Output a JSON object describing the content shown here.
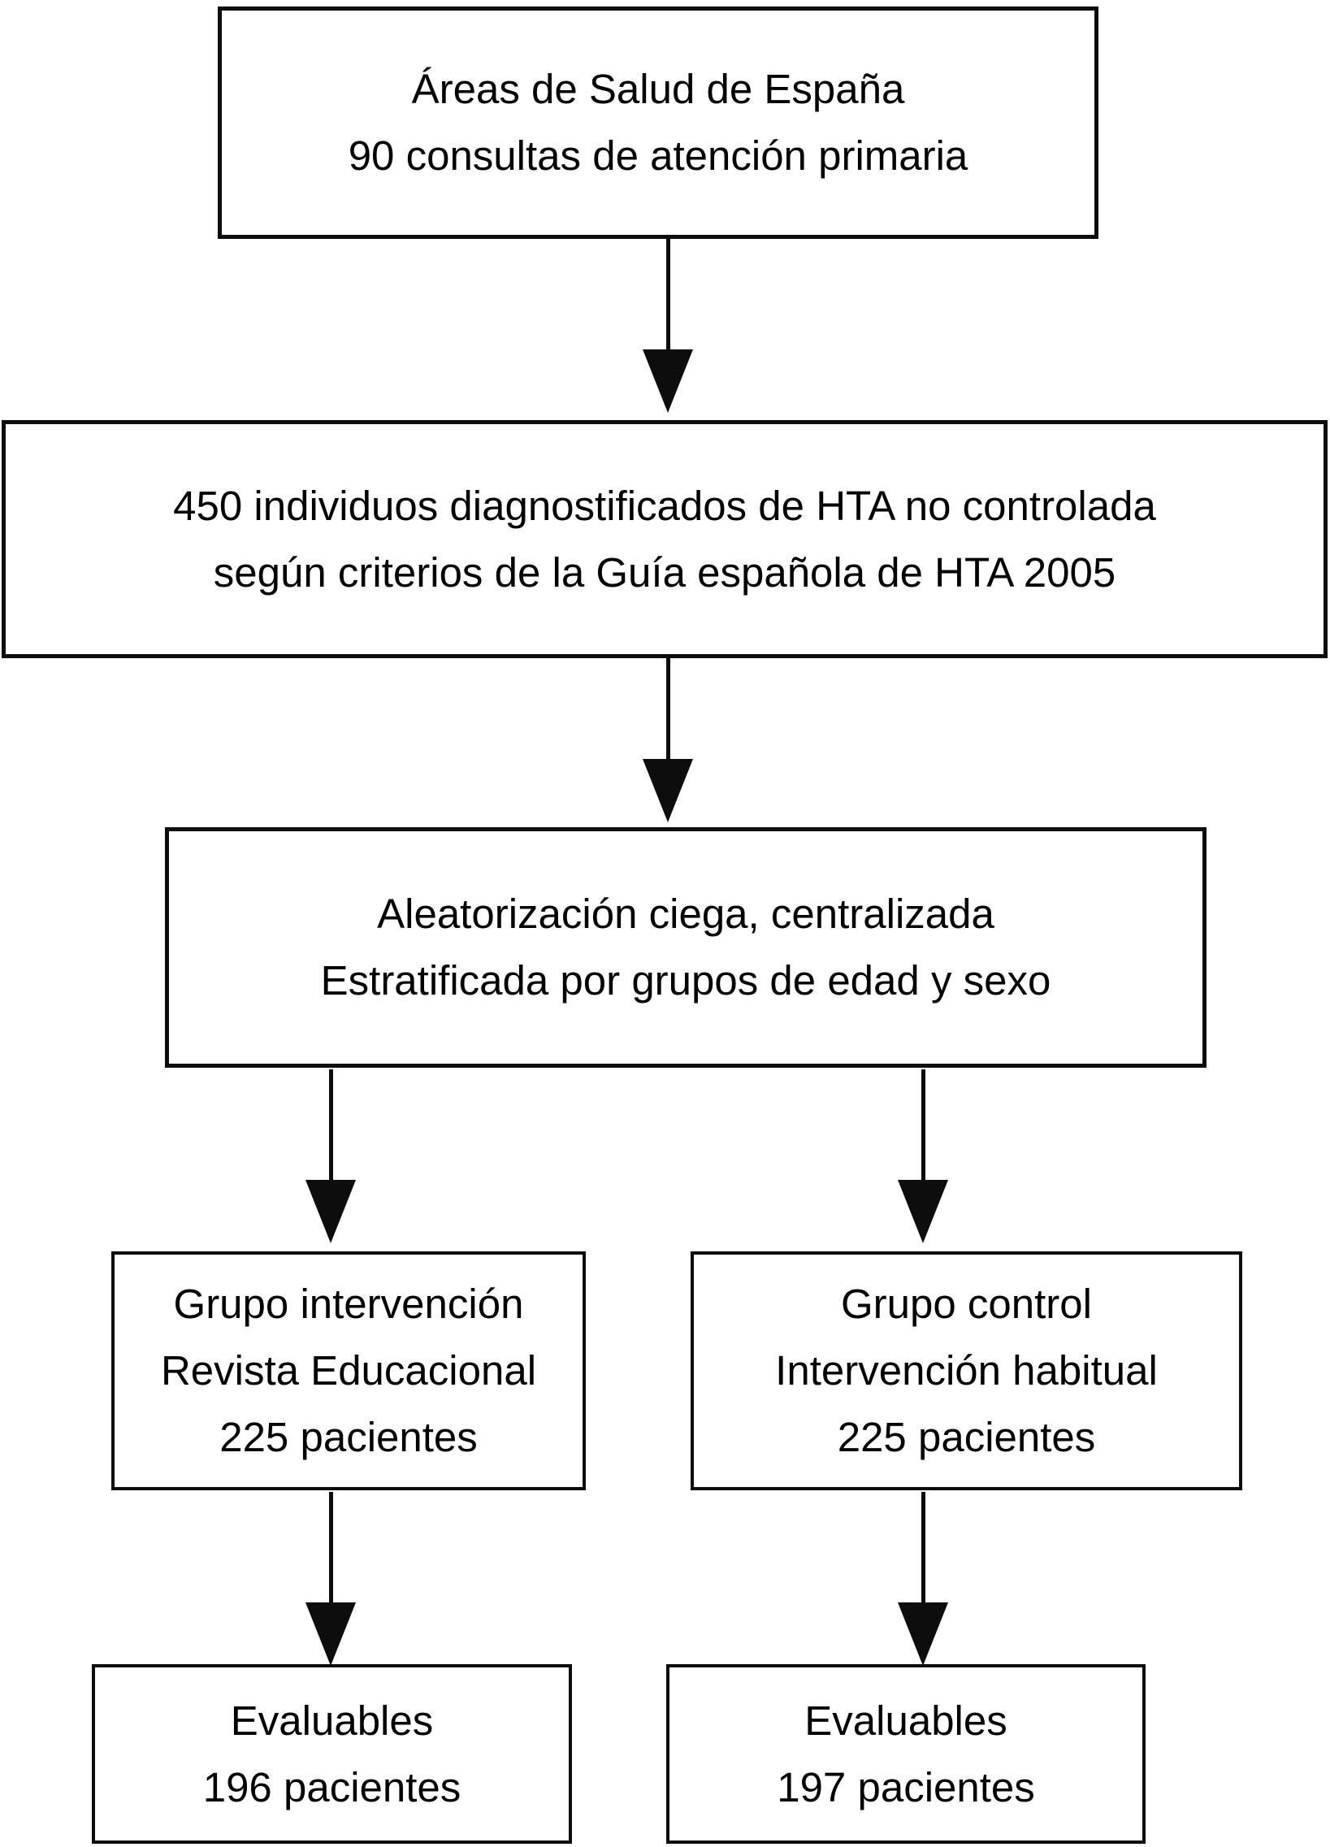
{
  "colors": {
    "ink": "#000000",
    "background": "#ffffff"
  },
  "nodes": {
    "areas": {
      "lines": [
        "Áreas de Salud de España",
        "90 consultas de atención primaria"
      ]
    },
    "individuos": {
      "lines": [
        "450 individuos diagnostificados de HTA no controlada",
        "según criterios de la Guía española de HTA 2005"
      ]
    },
    "aleatorizacion": {
      "lines": [
        "Aleatorización ciega, centralizada",
        "Estratificada por grupos de edad y sexo"
      ]
    },
    "grupo_intervencion": {
      "lines": [
        "Grupo intervención",
        "Revista Educacional",
        "225 pacientes"
      ]
    },
    "grupo_control": {
      "lines": [
        "Grupo control",
        "Intervención habitual",
        "225 pacientes"
      ]
    },
    "evaluables_intervencion": {
      "lines": [
        "Evaluables",
        "196 pacientes"
      ]
    },
    "evaluables_control": {
      "lines": [
        "Evaluables",
        "197 pacientes"
      ]
    }
  }
}
